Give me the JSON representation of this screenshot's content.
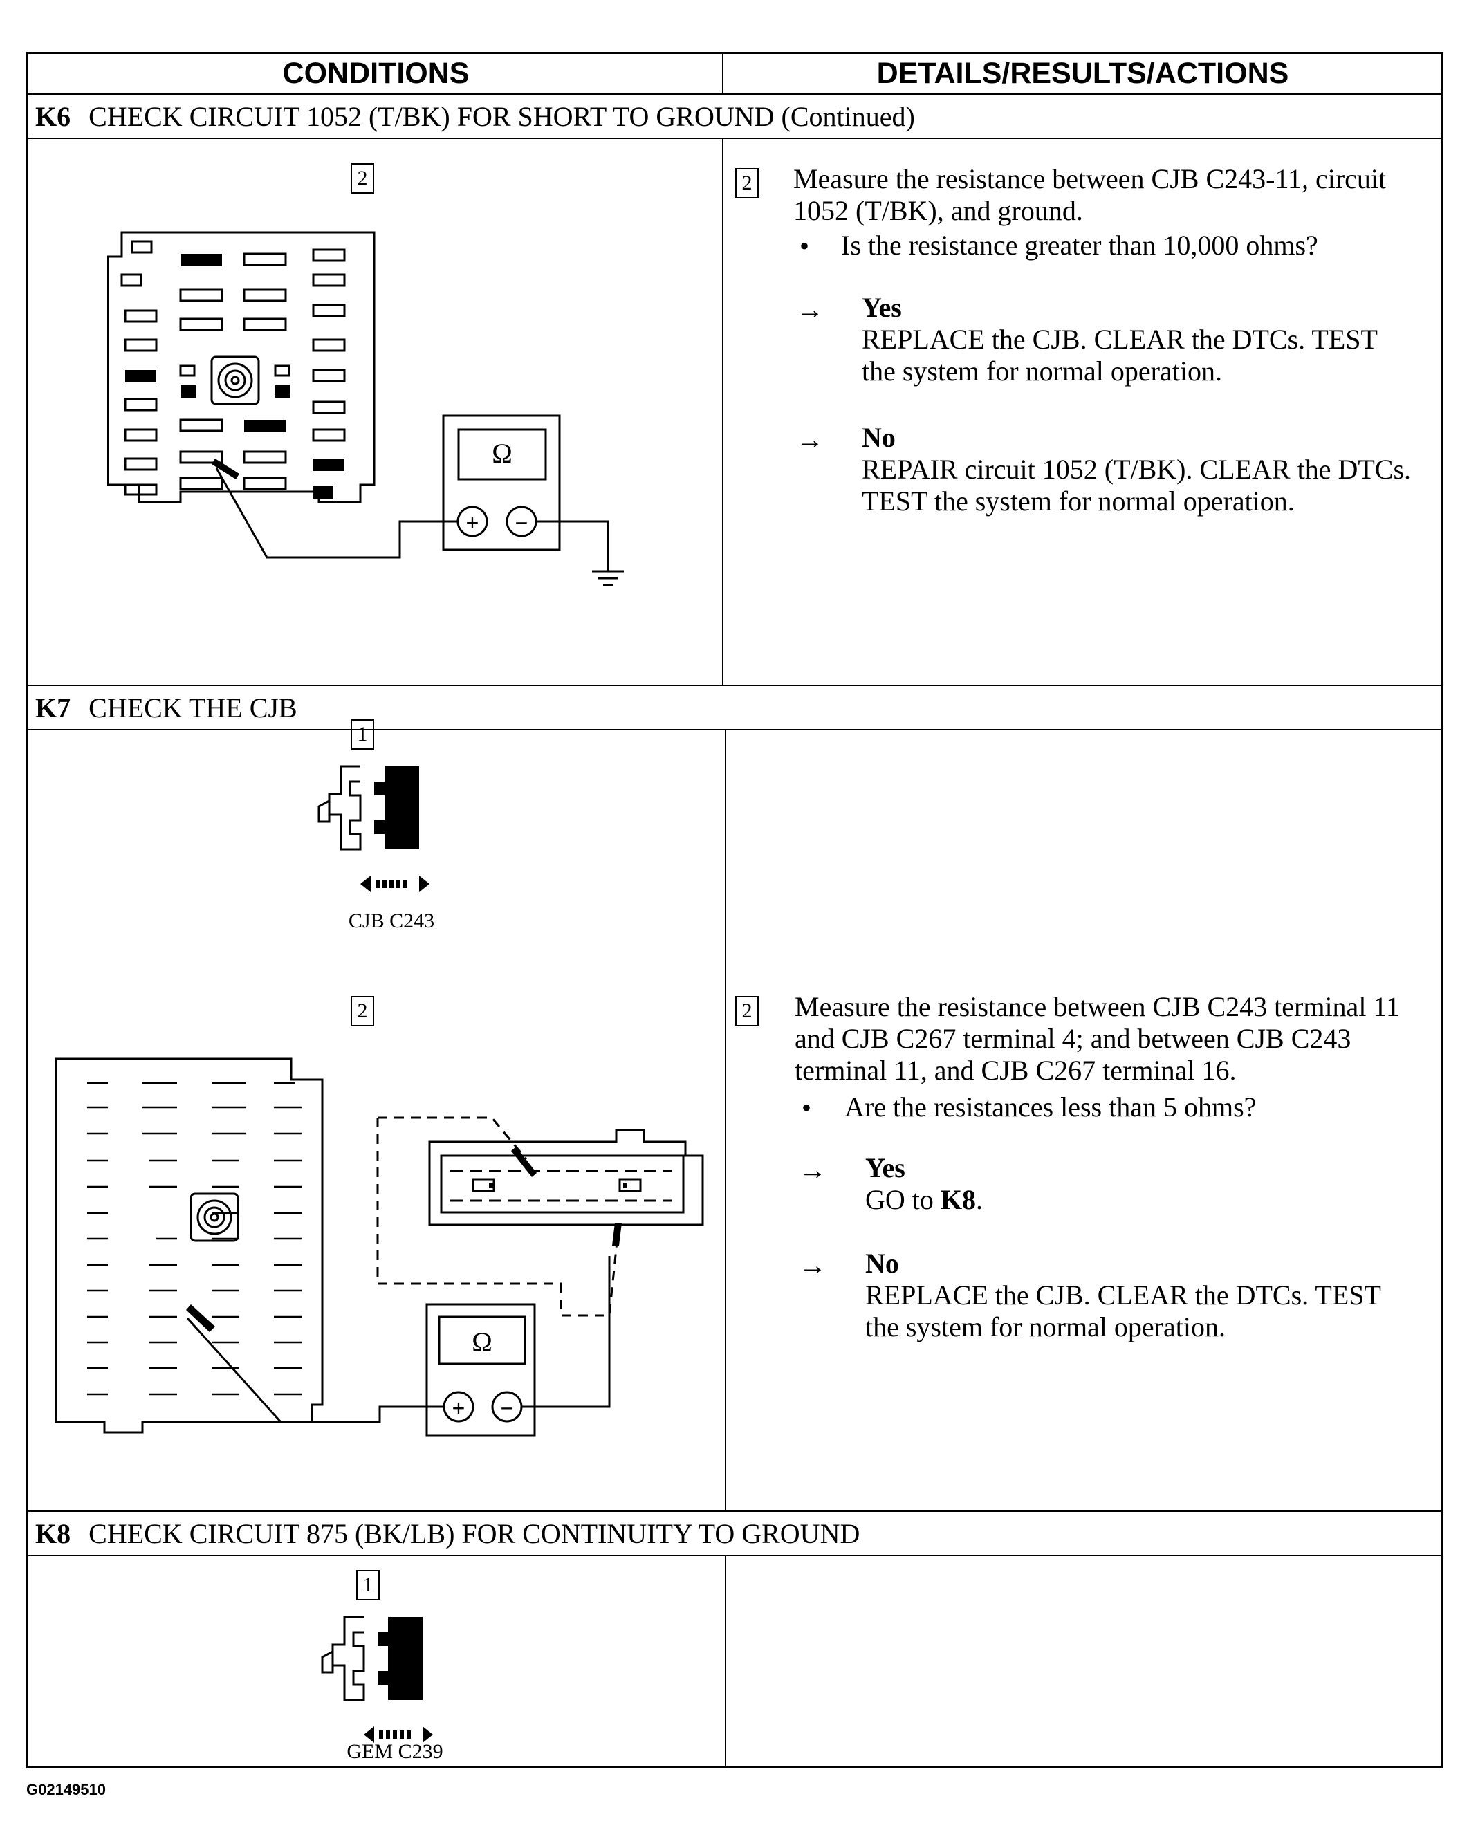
{
  "header": {
    "conditions": "CONDITIONS",
    "details": "DETAILS/RESULTS/ACTIONS"
  },
  "k6": {
    "id": "K6",
    "title": "CHECK CIRCUIT 1052 (T/BK) FOR SHORT TO GROUND (Continued)",
    "diagram_step": "2",
    "detail_step": "2",
    "instruction": "Measure the resistance between CJB C243-11, circuit 1052 (T/BK), and ground.",
    "question": "Is the resistance greater than 10,000 ohms?",
    "yes_label": "Yes",
    "yes_action": "REPLACE the CJB. CLEAR the DTCs. TEST the system for normal operation.",
    "no_label": "No",
    "no_action": "REPAIR circuit 1052 (T/BK). CLEAR the DTCs. TEST the system for normal operation.",
    "meter_symbol": "Ω",
    "plus": "+",
    "minus": "−"
  },
  "k7": {
    "id": "K7",
    "title": "CHECK THE CJB",
    "step1": "1",
    "connector_caption": "CJB C243",
    "step2": "2",
    "detail_step": "2",
    "instruction": "Measure the resistance between CJB C243 terminal 11 and CJB C267 terminal 4; and between CJB C243 terminal 11, and CJB C267 terminal 16.",
    "question": "Are the resistances less than 5 ohms?",
    "yes_label": "Yes",
    "yes_action_prefix": "GO to ",
    "yes_action_target": "K8",
    "yes_action_suffix": ".",
    "no_label": "No",
    "no_action": "REPLACE the CJB. CLEAR the DTCs. TEST the system for normal operation.",
    "meter_symbol": "Ω",
    "plus": "+",
    "minus": "−"
  },
  "k8": {
    "id": "K8",
    "title": "CHECK CIRCUIT 875 (BK/LB) FOR CONTINUITY TO GROUND",
    "step1": "1",
    "connector_caption": "GEM C239"
  },
  "symbols": {
    "arrow": "→",
    "bullet": "•"
  },
  "footer": {
    "figure_id": "G02149510"
  }
}
